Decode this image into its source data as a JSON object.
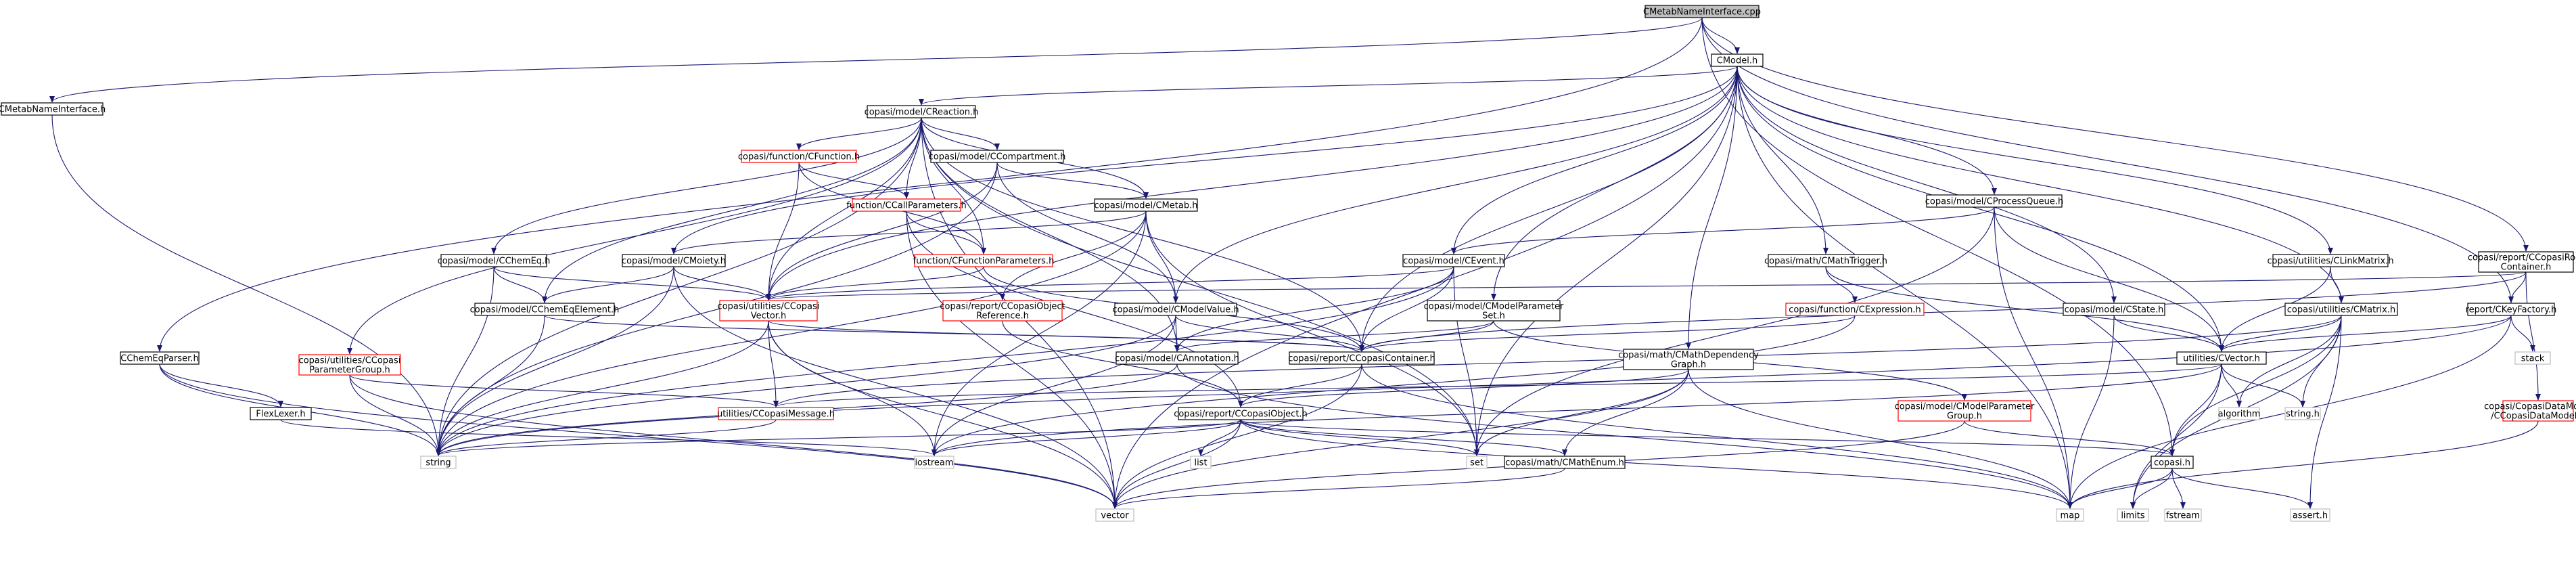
{
  "graph": {
    "nodes": [
      {
        "id": "root",
        "lines": [
          "CMetabNameInterface.cpp"
        ],
        "style": "root"
      },
      {
        "id": "cmni_h",
        "lines": [
          "CMetabNameInterface.h"
        ],
        "style": "normal"
      },
      {
        "id": "cmodel_h",
        "lines": [
          "CModel.h"
        ],
        "style": "normal"
      },
      {
        "id": "creaction",
        "lines": [
          "copasi/model/CReaction.h"
        ],
        "style": "normal"
      },
      {
        "id": "cfunction",
        "lines": [
          "copasi/function/CFunction.h"
        ],
        "style": "red"
      },
      {
        "id": "ccompartment",
        "lines": [
          "copasi/model/CCompartment.h"
        ],
        "style": "normal"
      },
      {
        "id": "ccallparams",
        "lines": [
          "function/CCallParameters.h"
        ],
        "style": "red"
      },
      {
        "id": "cmetab",
        "lines": [
          "copasi/model/CMetab.h"
        ],
        "style": "normal"
      },
      {
        "id": "cfuncparams",
        "lines": [
          "function/CFunctionParameters.h"
        ],
        "style": "red"
      },
      {
        "id": "cchemeq",
        "lines": [
          "copasi/model/CChemEq.h"
        ],
        "style": "normal"
      },
      {
        "id": "cmoiety",
        "lines": [
          "copasi/model/CMoiety.h"
        ],
        "style": "normal"
      },
      {
        "id": "cchemeqelem",
        "lines": [
          "copasi/model/CChemEqElement.h"
        ],
        "style": "normal"
      },
      {
        "id": "ccopasivector",
        "lines": [
          "copasi/utilities/CCopasi",
          "Vector.h"
        ],
        "style": "red"
      },
      {
        "id": "ccopasiobjref",
        "lines": [
          "copasi/report/CCopasiObject",
          "Reference.h"
        ],
        "style": "red"
      },
      {
        "id": "cmodelvalue",
        "lines": [
          "copasi/model/CModelValue.h"
        ],
        "style": "normal"
      },
      {
        "id": "cevent",
        "lines": [
          "copasi/model/CEvent.h"
        ],
        "style": "normal"
      },
      {
        "id": "cprocessqueue",
        "lines": [
          "copasi/model/CProcessQueue.h"
        ],
        "style": "normal"
      },
      {
        "id": "cmathtrigger",
        "lines": [
          "copasi/math/CMathTrigger.h"
        ],
        "style": "normal"
      },
      {
        "id": "clinkmatrix",
        "lines": [
          "copasi/utilities/CLinkMatrix.h"
        ],
        "style": "normal"
      },
      {
        "id": "crootcontainer",
        "lines": [
          "copasi/report/CCopasiRoot",
          "Container.h"
        ],
        "style": "normal"
      },
      {
        "id": "cmodelparamset",
        "lines": [
          "copasi/model/CModelParameter",
          "Set.h"
        ],
        "style": "normal"
      },
      {
        "id": "cexpression",
        "lines": [
          "copasi/function/CExpression.h"
        ],
        "style": "red"
      },
      {
        "id": "cstate",
        "lines": [
          "copasi/model/CState.h"
        ],
        "style": "normal"
      },
      {
        "id": "cmatrix",
        "lines": [
          "copasi/utilities/CMatrix.h"
        ],
        "style": "normal"
      },
      {
        "id": "ckeyfactory",
        "lines": [
          "report/CKeyFactory.h"
        ],
        "style": "normal"
      },
      {
        "id": "cchemeqparser",
        "lines": [
          "CChemEqParser.h"
        ],
        "style": "normal"
      },
      {
        "id": "ccopasiparamgroup",
        "lines": [
          "copasi/utilities/CCopasi",
          "ParameterGroup.h"
        ],
        "style": "red"
      },
      {
        "id": "cannotation",
        "lines": [
          "copasi/model/CAnnotation.h"
        ],
        "style": "normal"
      },
      {
        "id": "ccopasicontainer",
        "lines": [
          "copasi/report/CCopasiContainer.h"
        ],
        "style": "normal"
      },
      {
        "id": "cmathdepgraph",
        "lines": [
          "copasi/math/CMathDependency",
          "Graph.h"
        ],
        "style": "normal"
      },
      {
        "id": "cvector",
        "lines": [
          "utilities/CVector.h"
        ],
        "style": "normal"
      },
      {
        "id": "cmodelparamgroup",
        "lines": [
          "copasi/model/CModelParameter",
          "Group.h"
        ],
        "style": "red"
      },
      {
        "id": "ccopasidatamodel",
        "lines": [
          "copasi/CopasiDataModel",
          "/CCopasiDataModel.h"
        ],
        "style": "red"
      },
      {
        "id": "stack",
        "lines": [
          "stack"
        ],
        "style": "sys"
      },
      {
        "id": "flexlexer",
        "lines": [
          "FlexLexer.h"
        ],
        "style": "normal"
      },
      {
        "id": "ccopasimessage",
        "lines": [
          "utilities/CCopasiMessage.h"
        ],
        "style": "red"
      },
      {
        "id": "ccopasiobject",
        "lines": [
          "copasi/report/CCopasiObject.h"
        ],
        "style": "normal"
      },
      {
        "id": "algorithm",
        "lines": [
          "algorithm"
        ],
        "style": "sys"
      },
      {
        "id": "string_h",
        "lines": [
          "string.h"
        ],
        "style": "sys"
      },
      {
        "id": "string",
        "lines": [
          "string"
        ],
        "style": "sys"
      },
      {
        "id": "iostream",
        "lines": [
          "iostream"
        ],
        "style": "sys"
      },
      {
        "id": "list",
        "lines": [
          "list"
        ],
        "style": "sys"
      },
      {
        "id": "set",
        "lines": [
          "set"
        ],
        "style": "sys"
      },
      {
        "id": "copasi_h",
        "lines": [
          "copasi.h"
        ],
        "style": "normal"
      },
      {
        "id": "cmathenum",
        "lines": [
          "copasi/math/CMathEnum.h"
        ],
        "style": "normal"
      },
      {
        "id": "vector",
        "lines": [
          "vector"
        ],
        "style": "sys"
      },
      {
        "id": "map",
        "lines": [
          "map"
        ],
        "style": "sys"
      },
      {
        "id": "limits",
        "lines": [
          "limits"
        ],
        "style": "sys"
      },
      {
        "id": "fstream",
        "lines": [
          "fstream"
        ],
        "style": "sys"
      },
      {
        "id": "assert_h",
        "lines": [
          "assert.h"
        ],
        "style": "sys"
      }
    ],
    "edges": [
      [
        "root",
        "cmni_h"
      ],
      [
        "root",
        "cmodel_h"
      ],
      [
        "root",
        "cchemeqparser"
      ],
      [
        "root",
        "crootcontainer"
      ],
      [
        "root",
        "ckeyfactory"
      ],
      [
        "root",
        "copasi_h"
      ],
      [
        "cmni_h",
        "string"
      ],
      [
        "cmodel_h",
        "creaction"
      ],
      [
        "cmodel_h",
        "cmoiety"
      ],
      [
        "cmodel_h",
        "cmodelvalue"
      ],
      [
        "cmodel_h",
        "cevent"
      ],
      [
        "cmodel_h",
        "cprocessqueue"
      ],
      [
        "cmodel_h",
        "cmathtrigger"
      ],
      [
        "cmodel_h",
        "clinkmatrix"
      ],
      [
        "cmodel_h",
        "cmodelparamset"
      ],
      [
        "cmodel_h",
        "cstate"
      ],
      [
        "cmodel_h",
        "cmatrix"
      ],
      [
        "cmodel_h",
        "cmathdepgraph"
      ],
      [
        "cmodel_h",
        "cvector"
      ],
      [
        "cmodel_h",
        "ccopasicontainer"
      ],
      [
        "cmodel_h",
        "ccopasivector"
      ],
      [
        "cmodel_h",
        "vector"
      ],
      [
        "cmodel_h",
        "set"
      ],
      [
        "cmodel_h",
        "map"
      ],
      [
        "creaction",
        "cfunction"
      ],
      [
        "creaction",
        "ccompartment"
      ],
      [
        "creaction",
        "ccallparams"
      ],
      [
        "creaction",
        "cmetab"
      ],
      [
        "creaction",
        "cfuncparams"
      ],
      [
        "creaction",
        "cchemeq"
      ],
      [
        "creaction",
        "cchemeqelem"
      ],
      [
        "creaction",
        "ccopasivector"
      ],
      [
        "creaction",
        "ccopasiparamgroup"
      ],
      [
        "creaction",
        "cannotation"
      ],
      [
        "creaction",
        "ccopasicontainer"
      ],
      [
        "creaction",
        "string"
      ],
      [
        "creaction",
        "vector"
      ],
      [
        "creaction",
        "set"
      ],
      [
        "cfunction",
        "ccallparams"
      ],
      [
        "cfunction",
        "cfuncparams"
      ],
      [
        "cfunction",
        "ccopasivector"
      ],
      [
        "ccompartment",
        "cmetab"
      ],
      [
        "ccompartment",
        "cmodelvalue"
      ],
      [
        "ccompartment",
        "ccopasivector"
      ],
      [
        "ccompartment",
        "string"
      ],
      [
        "ccallparams",
        "cfuncparams"
      ],
      [
        "ccallparams",
        "ccopasiobject"
      ],
      [
        "ccallparams",
        "vector"
      ],
      [
        "cmetab",
        "cmoiety"
      ],
      [
        "cmetab",
        "cmodelvalue"
      ],
      [
        "cmetab",
        "ccopasiobjref"
      ],
      [
        "cmetab",
        "iostream"
      ],
      [
        "cmetab",
        "string"
      ],
      [
        "cmetab",
        "set"
      ],
      [
        "cfuncparams",
        "ccopasivector"
      ],
      [
        "cfuncparams",
        "ccopasicontainer"
      ],
      [
        "cchemeq",
        "cchemeqelem"
      ],
      [
        "cchemeq",
        "ccopasivector"
      ],
      [
        "cchemeq",
        "string"
      ],
      [
        "cmoiety",
        "cchemeqelem"
      ],
      [
        "cmoiety",
        "ccopasivector"
      ],
      [
        "cmoiety",
        "string"
      ],
      [
        "cmoiety",
        "vector"
      ],
      [
        "cchemeqelem",
        "ccopasicontainer"
      ],
      [
        "cchemeqelem",
        "string"
      ],
      [
        "ccopasivector",
        "ccopasimessage"
      ],
      [
        "ccopasivector",
        "ccopasicontainer"
      ],
      [
        "ccopasivector",
        "iostream"
      ],
      [
        "ccopasivector",
        "string"
      ],
      [
        "ccopasivector",
        "vector"
      ],
      [
        "ccopasiobjref",
        "ccopasiobject"
      ],
      [
        "cmodelvalue",
        "cannotation"
      ],
      [
        "cmodelvalue",
        "ccopasicontainer"
      ],
      [
        "cmodelvalue",
        "iostream"
      ],
      [
        "cmodelvalue",
        "string"
      ],
      [
        "cevent",
        "ccopasivector"
      ],
      [
        "cevent",
        "cannotation"
      ],
      [
        "cevent",
        "ccopasicontainer"
      ],
      [
        "cevent",
        "string"
      ],
      [
        "cevent",
        "set"
      ],
      [
        "cprocessqueue",
        "cevent"
      ],
      [
        "cprocessqueue",
        "cvector"
      ],
      [
        "cprocessqueue",
        "set"
      ],
      [
        "cprocessqueue",
        "map"
      ],
      [
        "cmathtrigger",
        "cexpression"
      ],
      [
        "cmathtrigger",
        "cvector"
      ],
      [
        "clinkmatrix",
        "cmatrix"
      ],
      [
        "clinkmatrix",
        "cvector"
      ],
      [
        "crootcontainer",
        "ckeyfactory"
      ],
      [
        "crootcontainer",
        "ccopasidatamodel"
      ],
      [
        "crootcontainer",
        "ccopasicontainer"
      ],
      [
        "crootcontainer",
        "ccopasivector"
      ],
      [
        "cmodelparamset",
        "cmodelparamgroup"
      ],
      [
        "cmodelparamset",
        "ccopasicontainer"
      ],
      [
        "cmodelparamset",
        "cannotation"
      ],
      [
        "cexpression",
        "ccopasicontainer"
      ],
      [
        "cexpression",
        "iostream"
      ],
      [
        "cstate",
        "cvector"
      ],
      [
        "cstate",
        "map"
      ],
      [
        "cmatrix",
        "cvector"
      ],
      [
        "cmatrix",
        "algorithm"
      ],
      [
        "cmatrix",
        "string_h"
      ],
      [
        "cmatrix",
        "copasi_h"
      ],
      [
        "cmatrix",
        "limits"
      ],
      [
        "cmatrix",
        "assert_h"
      ],
      [
        "cmatrix",
        "ccopasimessage"
      ],
      [
        "ckeyfactory",
        "cvector"
      ],
      [
        "ckeyfactory",
        "stack"
      ],
      [
        "ckeyfactory",
        "map"
      ],
      [
        "ckeyfactory",
        "string"
      ],
      [
        "cchemeqparser",
        "flexlexer"
      ],
      [
        "cchemeqparser",
        "string"
      ],
      [
        "cchemeqparser",
        "vector"
      ],
      [
        "ccopasiparamgroup",
        "ccopasimessage"
      ],
      [
        "ccopasiparamgroup",
        "string"
      ],
      [
        "ccopasiparamgroup",
        "vector"
      ],
      [
        "cannotation",
        "string"
      ],
      [
        "cannotation",
        "map"
      ],
      [
        "ccopasicontainer",
        "ccopasiobject"
      ],
      [
        "ccopasicontainer",
        "map"
      ],
      [
        "ccopasicontainer",
        "vector"
      ],
      [
        "cmathdepgraph",
        "ccopasiobject"
      ],
      [
        "cmathdepgraph",
        "cmathenum"
      ],
      [
        "cmathdepgraph",
        "vector"
      ],
      [
        "cmathdepgraph",
        "set"
      ],
      [
        "cmathdepgraph",
        "map"
      ],
      [
        "cvector",
        "algorithm"
      ],
      [
        "cvector",
        "string_h"
      ],
      [
        "cvector",
        "copasi_h"
      ],
      [
        "cvector",
        "limits"
      ],
      [
        "cvector",
        "iostream"
      ],
      [
        "cvector",
        "ccopasimessage"
      ],
      [
        "cmodelparamgroup",
        "copasi_h"
      ],
      [
        "cmodelparamgroup",
        "vector"
      ],
      [
        "ccopasidatamodel",
        "map"
      ],
      [
        "flexlexer",
        "iostream"
      ],
      [
        "ccopasimessage",
        "string"
      ],
      [
        "ccopasiobject",
        "list"
      ],
      [
        "ccopasiobject",
        "iostream"
      ],
      [
        "ccopasiobject",
        "string"
      ],
      [
        "ccopasiobject",
        "vector"
      ],
      [
        "ccopasiobject",
        "set"
      ],
      [
        "ccopasiobject",
        "copasi_h"
      ],
      [
        "ccopasiobject",
        "cmathenum"
      ],
      [
        "ccopasiobject",
        "map"
      ],
      [
        "cmathenum",
        "vector"
      ],
      [
        "copasi_h",
        "map"
      ],
      [
        "copasi_h",
        "limits"
      ],
      [
        "copasi_h",
        "fstream"
      ],
      [
        "copasi_h",
        "assert_h"
      ]
    ]
  }
}
